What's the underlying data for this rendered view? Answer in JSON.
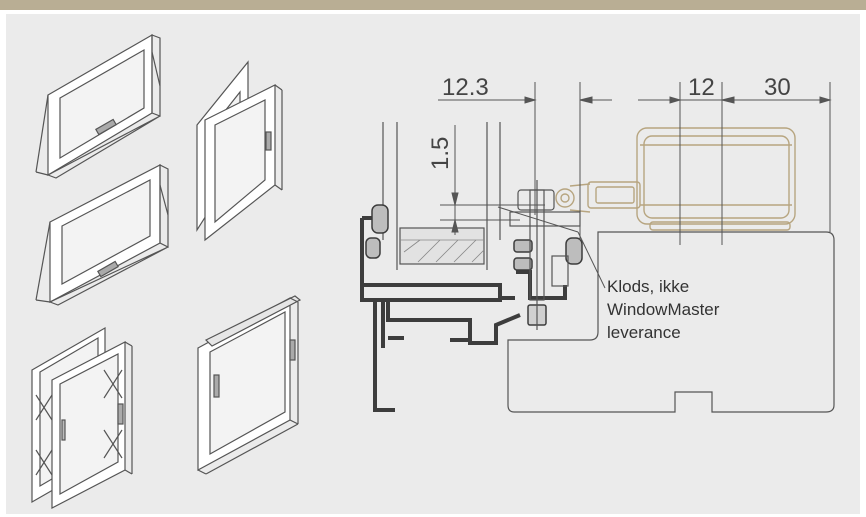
{
  "colors": {
    "top_bar": "#b9ae94",
    "panel": "#ebebeb",
    "profile": "#3d3d3d",
    "actuator": "#b7a580",
    "line": "#555555"
  },
  "dimensions": {
    "d1": "12.3",
    "d2": "1.5",
    "d3": "12",
    "d4": "30"
  },
  "callout": {
    "line1": "Klods, ikke",
    "line2": "WindowMaster",
    "line3": "leverance"
  },
  "window_icons": [
    {
      "type": "top-hung"
    },
    {
      "type": "side-hung"
    },
    {
      "type": "top-hung"
    },
    {
      "type": "double-casement"
    },
    {
      "type": "tilt-turn"
    }
  ]
}
